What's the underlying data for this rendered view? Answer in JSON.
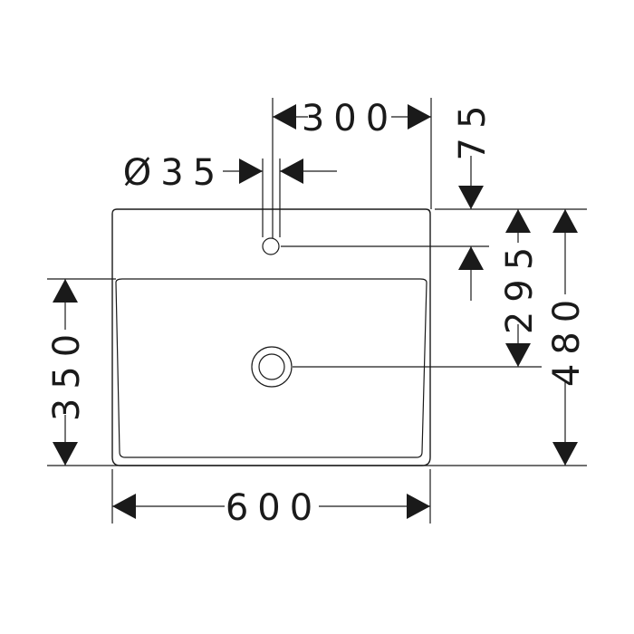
{
  "drawing": {
    "line_color": "#1a1a1a",
    "background": "#ffffff"
  },
  "dimensions": {
    "tap_offset": "300",
    "tap_hole_diameter": "Ø35",
    "rim_to_tap": "75",
    "tap_to_drain": "295",
    "overall_depth": "480",
    "bowl_depth": "350",
    "overall_width": "600"
  }
}
